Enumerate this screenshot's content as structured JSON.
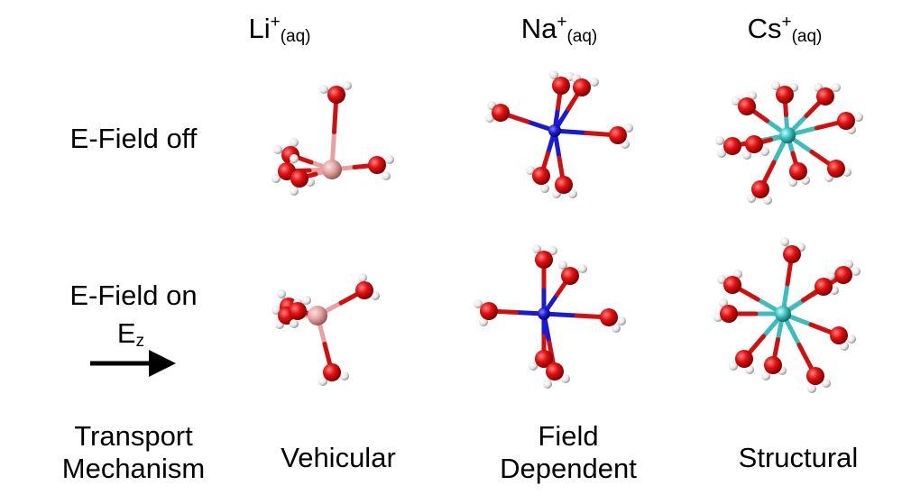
{
  "columns": [
    {
      "ion": "Li",
      "charge": "+",
      "phase": "(aq)",
      "mechanism": [
        "Vehicular"
      ],
      "color": "#e8a0a0"
    },
    {
      "ion": "Na",
      "charge": "+",
      "phase": "(aq)",
      "mechanism": [
        "Field",
        "Dependent"
      ],
      "color": "#1a1ad0"
    },
    {
      "ion": "Cs",
      "charge": "+",
      "phase": "(aq)",
      "mechanism": [
        "Structural"
      ],
      "color": "#3cbcbc"
    }
  ],
  "rows": {
    "off": "E-Field off",
    "on": "E-Field on",
    "field_symbol": "E",
    "field_sub": "z"
  },
  "row_footer": [
    "Transport",
    "Mechanism"
  ],
  "colors": {
    "oxygen": "#e01010",
    "hydrogen": "#f0f0f0"
  }
}
